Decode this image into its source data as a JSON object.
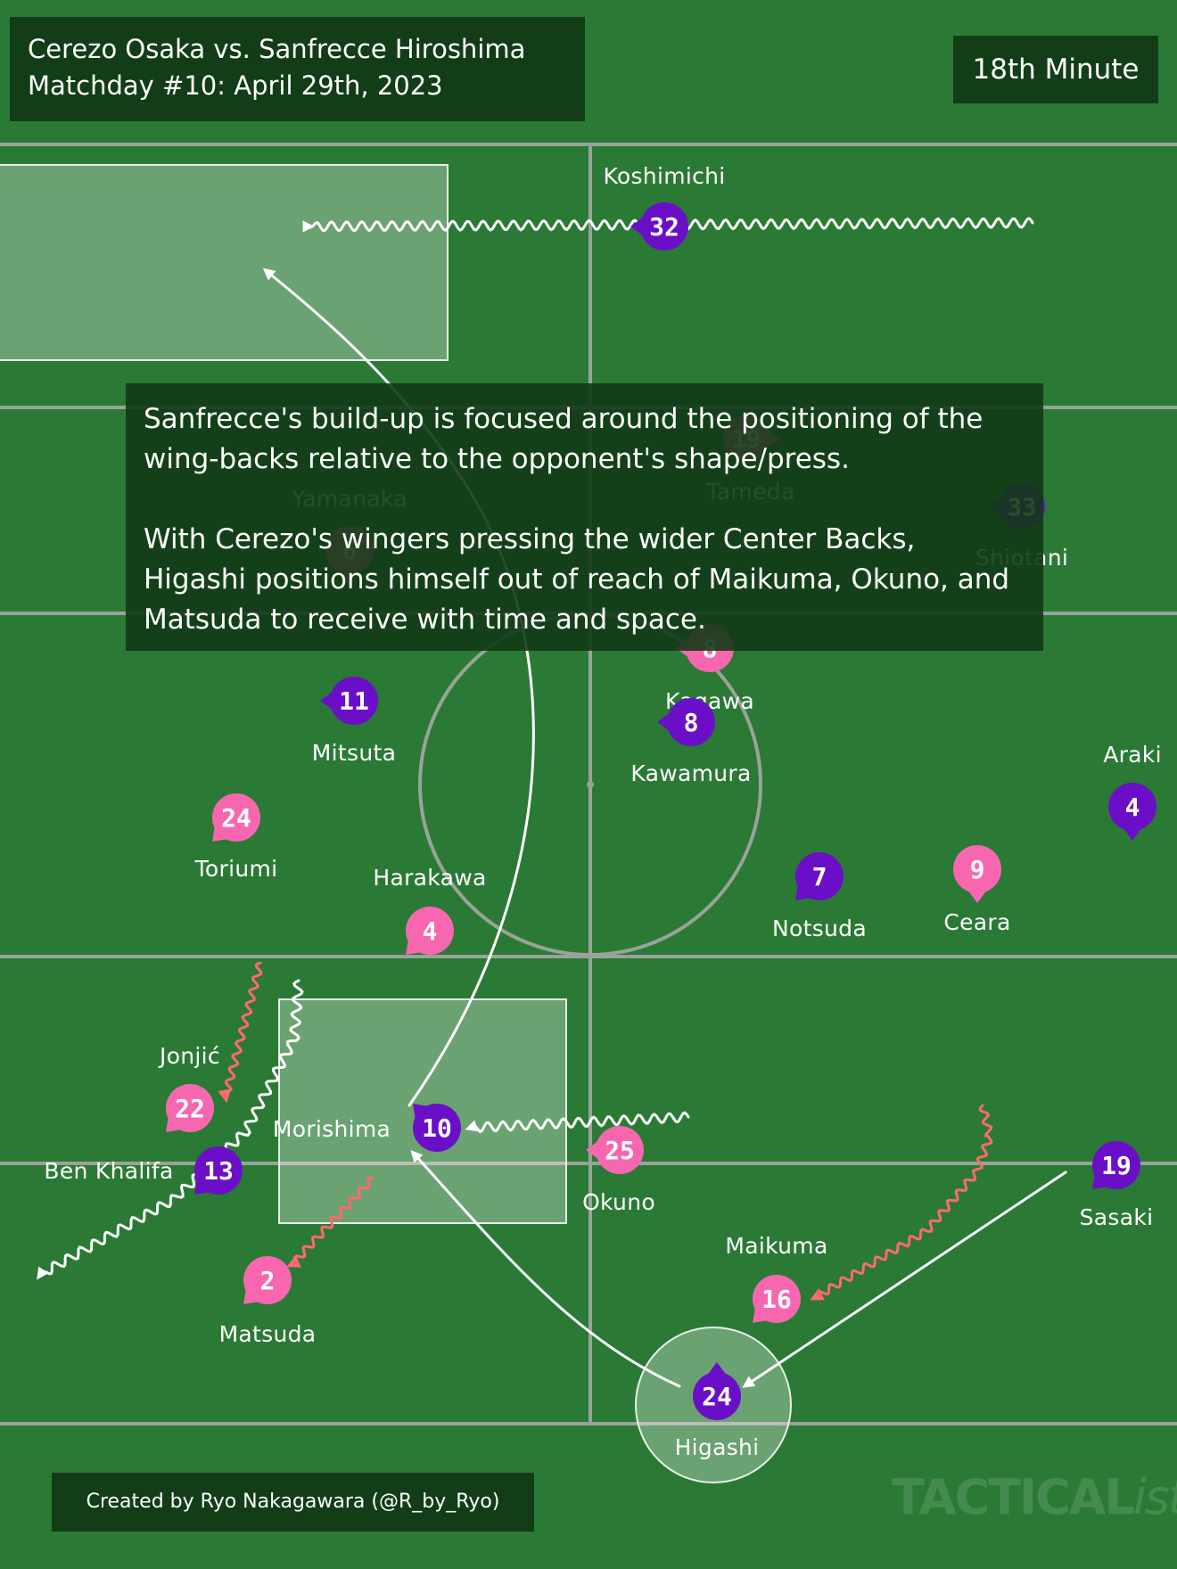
{
  "header": {
    "title_line1": "Cerezo Osaka vs. Sanfrecce Hiroshima",
    "title_line2": "Matchday #10: April 29th, 2023",
    "minute": "18th Minute"
  },
  "note": {
    "paragraph1": "Sanfrecce's build-up is focused around the positioning of the wing-backs relative to the opponent's shape/press.",
    "paragraph2": "With Cerezo's wingers pressing the wider Center Backs, Higashi positions himself out of reach of Maikuma, Okuno, and Matsuda to receive with time and space."
  },
  "credit": "Created by Ryo Nakagawara (@R_by_Ryo)",
  "watermark": {
    "main": "TACTICAL",
    "italic": "ista"
  },
  "colors": {
    "pitch": "#2a7a35",
    "sanfrecce": "#6a0fc7",
    "cerezo": "#f767b0",
    "press_arrow": "#ff6b6b"
  },
  "players": [
    {
      "id": "p32",
      "team": "sanfrecce",
      "number": "32",
      "name": "Koshimichi",
      "dir": "left"
    },
    {
      "id": "p19c",
      "team": "cerezo",
      "number": "19",
      "name": "Tameda",
      "dir": "right"
    },
    {
      "id": "p6",
      "team": "cerezo",
      "number": "6",
      "name": "Yamanaka",
      "dir": "down"
    },
    {
      "id": "p33",
      "team": "sanfrecce",
      "number": "33",
      "name": "Shiotani",
      "dir": "left"
    },
    {
      "id": "p8c",
      "team": "cerezo",
      "number": "8",
      "name": "Kagawa",
      "dir": "left"
    },
    {
      "id": "p11",
      "team": "sanfrecce",
      "number": "11",
      "name": "Mitsuta",
      "dir": "left"
    },
    {
      "id": "p8s",
      "team": "sanfrecce",
      "number": "8",
      "name": "Kawamura",
      "dir": "left"
    },
    {
      "id": "p4s",
      "team": "sanfrecce",
      "number": "4",
      "name": "Araki",
      "dir": "down"
    },
    {
      "id": "p24c",
      "team": "cerezo",
      "number": "24",
      "name": "Toriumi",
      "dir": "downleft"
    },
    {
      "id": "p4c",
      "team": "cerezo",
      "number": "4",
      "name": "Harakawa",
      "dir": "downleft"
    },
    {
      "id": "p7",
      "team": "sanfrecce",
      "number": "7",
      "name": "Notsuda",
      "dir": "downleft"
    },
    {
      "id": "p9",
      "team": "cerezo",
      "number": "9",
      "name": "Ceara",
      "dir": "down"
    },
    {
      "id": "p22",
      "team": "cerezo",
      "number": "22",
      "name": "Jonjić",
      "dir": "downleft"
    },
    {
      "id": "p10",
      "team": "sanfrecce",
      "number": "10",
      "name": "Morishima",
      "dir": "upleft"
    },
    {
      "id": "p25",
      "team": "cerezo",
      "number": "25",
      "name": "Okuno",
      "dir": "left"
    },
    {
      "id": "p13",
      "team": "sanfrecce",
      "number": "13",
      "name": "Ben Khalifa",
      "dir": "downleft"
    },
    {
      "id": "p19s",
      "team": "sanfrecce",
      "number": "19",
      "name": "Sasaki",
      "dir": "downleft"
    },
    {
      "id": "p2",
      "team": "cerezo",
      "number": "2",
      "name": "Matsuda",
      "dir": "downleft"
    },
    {
      "id": "p16",
      "team": "cerezo",
      "number": "16",
      "name": "Maikuma",
      "dir": "downleft"
    },
    {
      "id": "p24s",
      "team": "sanfrecce",
      "number": "24",
      "name": "Higashi",
      "dir": "up"
    }
  ]
}
